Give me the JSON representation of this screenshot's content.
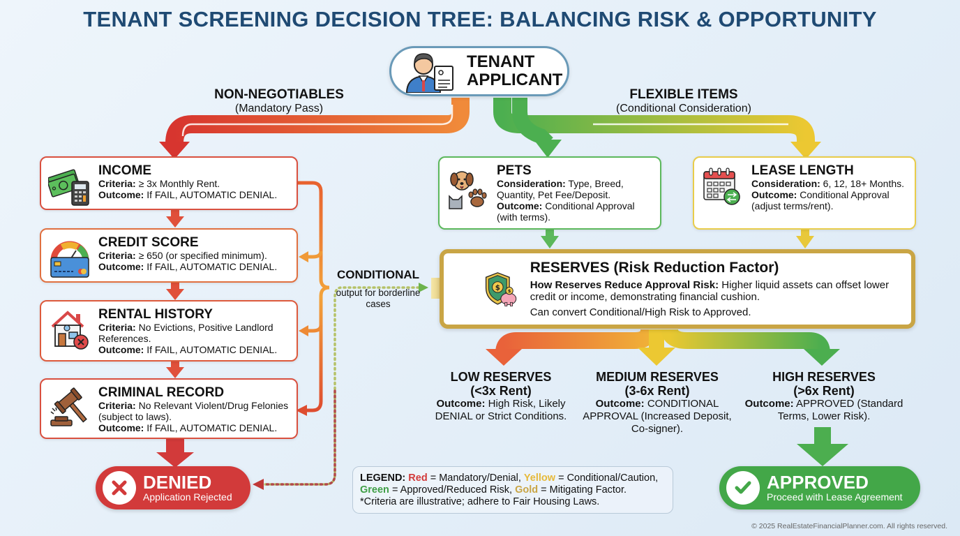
{
  "title": "TENANT SCREENING DECISION TREE: BALANCING RISK & OPPORTUNITY",
  "applicant": {
    "line1": "TENANT",
    "line2": "APPLICANT",
    "icon": "applicant-person-icon"
  },
  "branches": {
    "non_negotiables": {
      "heading": "NON-NEGOTIABLES",
      "sub": "(Mandatory Pass)",
      "color": "#d9433a"
    },
    "flexible": {
      "heading": "FLEXIBLE ITEMS",
      "sub": "(Conditional Consideration)",
      "color": "#5cb85c"
    }
  },
  "mandatory_cards": [
    {
      "title": "INCOME",
      "icon": "money-calculator-icon",
      "criteria_label": "Criteria:",
      "criteria": " ≥ 3x Monthly Rent.",
      "outcome_label": "Outcome:",
      "outcome": " If FAIL, AUTOMATIC DENIAL."
    },
    {
      "title": "CREDIT SCORE",
      "icon": "credit-gauge-icon",
      "criteria_label": "Criteria:",
      "criteria": " ≥ 650 (or specified minimum).",
      "outcome_label": "Outcome:",
      "outcome": " If FAIL, AUTOMATIC DENIAL."
    },
    {
      "title": "RENTAL HISTORY",
      "icon": "house-x-icon",
      "criteria_label": "Criteria:",
      "criteria": " No Evictions, Positive Landlord References.",
      "outcome_label": "Outcome:",
      "outcome": " If FAIL, AUTOMATIC DENIAL."
    },
    {
      "title": "CRIMINAL RECORD",
      "icon": "gavel-icon",
      "criteria_label": "Criteria:",
      "criteria": " No Relevant Violent/Drug Felonies (subject to laws).",
      "outcome_label": "Outcome:",
      "outcome": " If FAIL, AUTOMATIC DENIAL."
    }
  ],
  "flexible_cards": [
    {
      "title": "PETS",
      "icon": "pets-icon",
      "consideration_label": "Consideration:",
      "consideration": " Type, Breed, Quantity, Pet Fee/Deposit.",
      "outcome_label": "Outcome:",
      "outcome": " Conditional Approval (with terms)."
    },
    {
      "title": "LEASE LENGTH",
      "icon": "calendar-icon",
      "consideration_label": "Consideration:",
      "consideration": " 6, 12, 18+ Months.",
      "outcome_label": "Outcome:",
      "outcome": " Conditional Approval (adjust terms/rent)."
    }
  ],
  "conditional": {
    "heading": "CONDITIONAL",
    "sub": "output for borderline cases"
  },
  "reserves": {
    "title": "RESERVES (Risk Reduction Factor)",
    "icon": "shield-piggybank-icon",
    "how_label": "How Reserves Reduce Approval Risk:",
    "how": " Higher liquid assets can offset lower credit or income, demonstrating financial cushion.",
    "note": "Can convert Conditional/High Risk to Approved."
  },
  "reserve_levels": [
    {
      "title": "LOW RESERVES",
      "range": "(<3x Rent)",
      "outcome_label": "Outcome:",
      "outcome": " High Risk, Likely DENIAL or Strict Conditions.",
      "color": "#e9623a"
    },
    {
      "title": "MEDIUM RESERVES",
      "range": "(3-6x Rent)",
      "outcome_label": "Outcome:",
      "outcome": " CONDITIONAL APPROVAL (Increased Deposit, Co-signer).",
      "color": "#ecc832"
    },
    {
      "title": "HIGH RESERVES",
      "range": "(>6x Rent)",
      "outcome_label": "Outcome:",
      "outcome": " APPROVED (Standard Terms, Lower Risk).",
      "color": "#4cae4f"
    }
  ],
  "denied": {
    "title": "DENIED",
    "sub": "Application Rejected",
    "color": "#d23a3a"
  },
  "approved": {
    "title": "APPROVED",
    "sub": "Proceed with Lease Agreement",
    "color": "#43a748"
  },
  "legend": {
    "label": "LEGEND:",
    "red": "Red",
    "red_desc": " = Mandatory/Denial, ",
    "yellow": "Yellow",
    "yellow_desc": " = Conditional/Caution,",
    "green": "Green",
    "green_desc": " = Approved/Reduced Risk, ",
    "gold": "Gold",
    "gold_desc": " = Mitigating Factor.",
    "note": "*Criteria are illustrative; adhere to Fair Housing Laws.",
    "colors": {
      "red": "#d23a3a",
      "yellow": "#e6b93a",
      "green": "#3f9e45",
      "gold": "#c9a545"
    }
  },
  "copyright": "© 2025 RealEstateFinancialPlanner.com. All rights reserved."
}
